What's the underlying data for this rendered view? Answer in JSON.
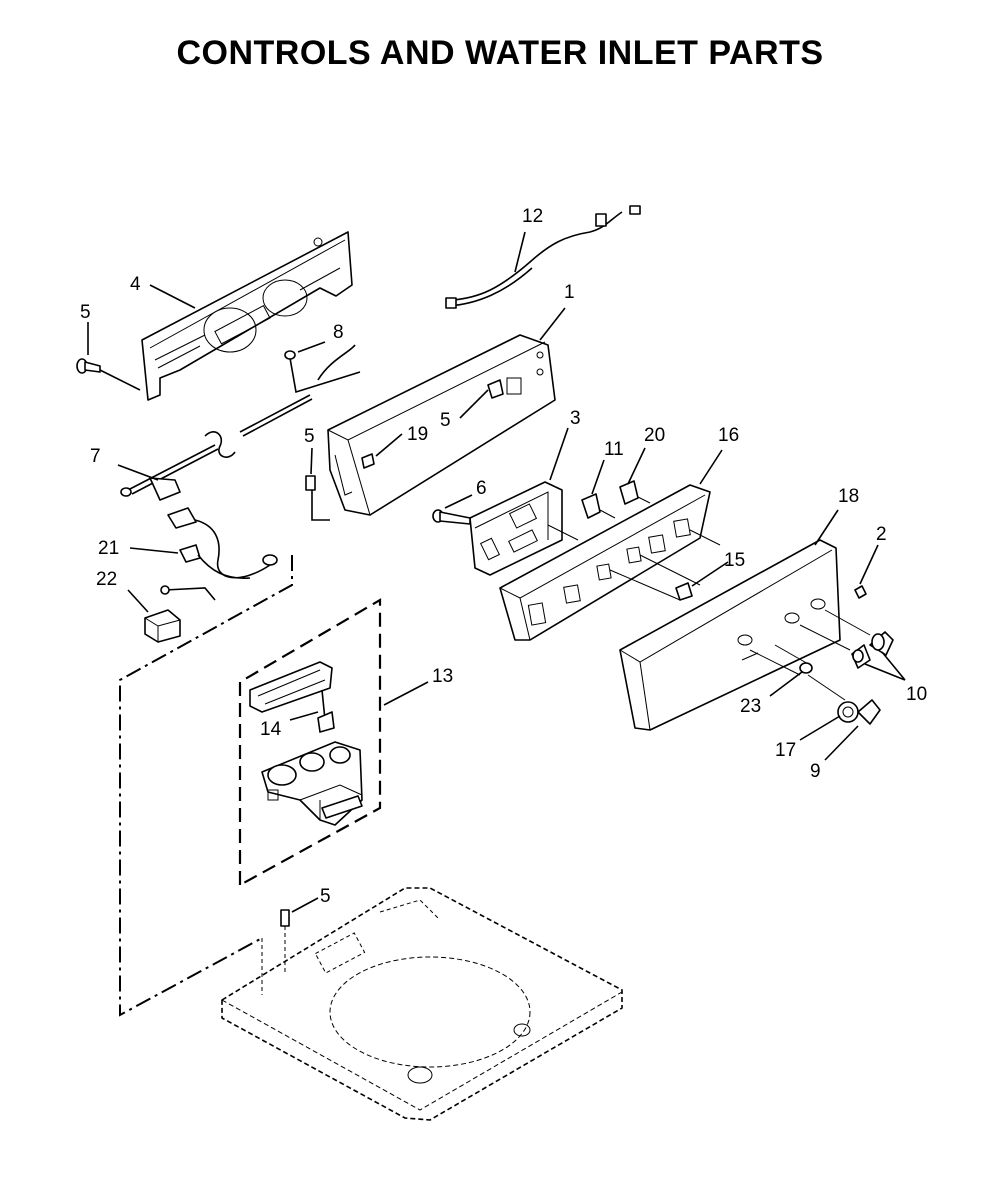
{
  "title": "CONTROLS AND WATER INLET PARTS",
  "callouts": {
    "c1": "1",
    "c2": "2",
    "c3": "3",
    "c4": "4",
    "c5a": "5",
    "c5b": "5",
    "c5c": "5",
    "c5d": "5",
    "c6": "6",
    "c7": "7",
    "c8": "8",
    "c9": "9",
    "c10": "10",
    "c11": "11",
    "c12": "12",
    "c13": "13",
    "c14": "14",
    "c15": "15",
    "c16": "16",
    "c17": "17",
    "c18": "18",
    "c19": "19",
    "c20": "20",
    "c21": "21",
    "c22": "22",
    "c23": "23"
  }
}
